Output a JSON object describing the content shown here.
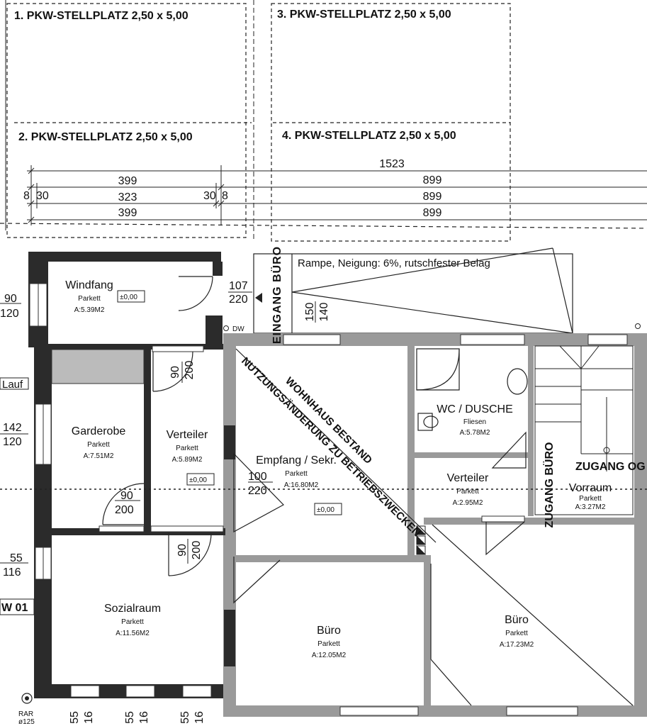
{
  "parking": {
    "p1": "1. PKW-STELLPLATZ 2,50 x 5,00",
    "p2": "2. PKW-STELLPLATZ 2,50 x 5,00",
    "p3": "3. PKW-STELLPLATZ 2,50 x 5,00",
    "p4": "4. PKW-STELLPLATZ 2,50 x 5,00"
  },
  "dimensions": {
    "total": "1523",
    "left_outer": "399",
    "left_inner": "323",
    "left_bottom": "399",
    "left_small_a": "8",
    "left_small_b": "30",
    "right_small_a": "30",
    "right_small_b": "8",
    "right_1": "899",
    "right_2": "899",
    "right_3": "899"
  },
  "ramp": "Rampe, Neigung: 6%, rutschfester Belag",
  "labels": {
    "eingang_buero": "EINGANG BÜRO",
    "dw": "DW",
    "zugang_buero": "ZUGANG BÜRO",
    "zugang_og": "ZUGANG OG",
    "bestand": "WOHNHAUS BESTAND",
    "nutzung": "NUTZUNGSÄNDERUNG ZU BETRIEBSZWECKEN",
    "lauf": "Lauf",
    "w01": "W 01",
    "rar": "RAR",
    "rar_size": "ø125",
    "level": "±0,00"
  },
  "openings": {
    "door_main_w": "107",
    "door_main_h": "220",
    "ramp_w": "150",
    "ramp_h": "140",
    "win1_w": "90",
    "win1_h": "120",
    "win2_w": "142",
    "win2_h": "120",
    "win3_w": "55",
    "win3_h": "116",
    "door_vert_w": "90",
    "door_vert_h": "200",
    "door_gard_w": "90",
    "door_gard_h": "200",
    "door_soz_w": "90",
    "door_soz_h": "200",
    "door_empf_w": "100",
    "door_empf_h": "220",
    "bottom_a": "55",
    "bottom_b": "16"
  },
  "rooms": {
    "windfang": {
      "name": "Windfang",
      "floor": "Parkett",
      "area": "A:5.39M2"
    },
    "garderobe": {
      "name": "Garderobe",
      "floor": "Parkett",
      "area": "A:7.51M2"
    },
    "verteiler1": {
      "name": "Verteiler",
      "floor": "Parkett",
      "area": "A:5.89M2"
    },
    "sozialraum": {
      "name": "Sozialraum",
      "floor": "Parkett",
      "area": "A:11.56M2"
    },
    "empfang": {
      "name": "Empfang / Sekr.",
      "floor": "Parkett",
      "area": "A:16.80M2"
    },
    "wc": {
      "name": "WC / DUSCHE",
      "floor": "Fliesen",
      "area": "A:5.78M2"
    },
    "verteiler2": {
      "name": "Verteiler",
      "floor": "Parkett",
      "area": "A:2.95M2"
    },
    "vorraum": {
      "name": "Vorraum",
      "floor": "Parkett",
      "area": "A:3.27M2"
    },
    "buero1": {
      "name": "Büro",
      "floor": "Parkett",
      "area": "A:12.05M2"
    },
    "buero2": {
      "name": "Büro",
      "floor": "Parkett",
      "area": "A:17.23M2"
    }
  }
}
